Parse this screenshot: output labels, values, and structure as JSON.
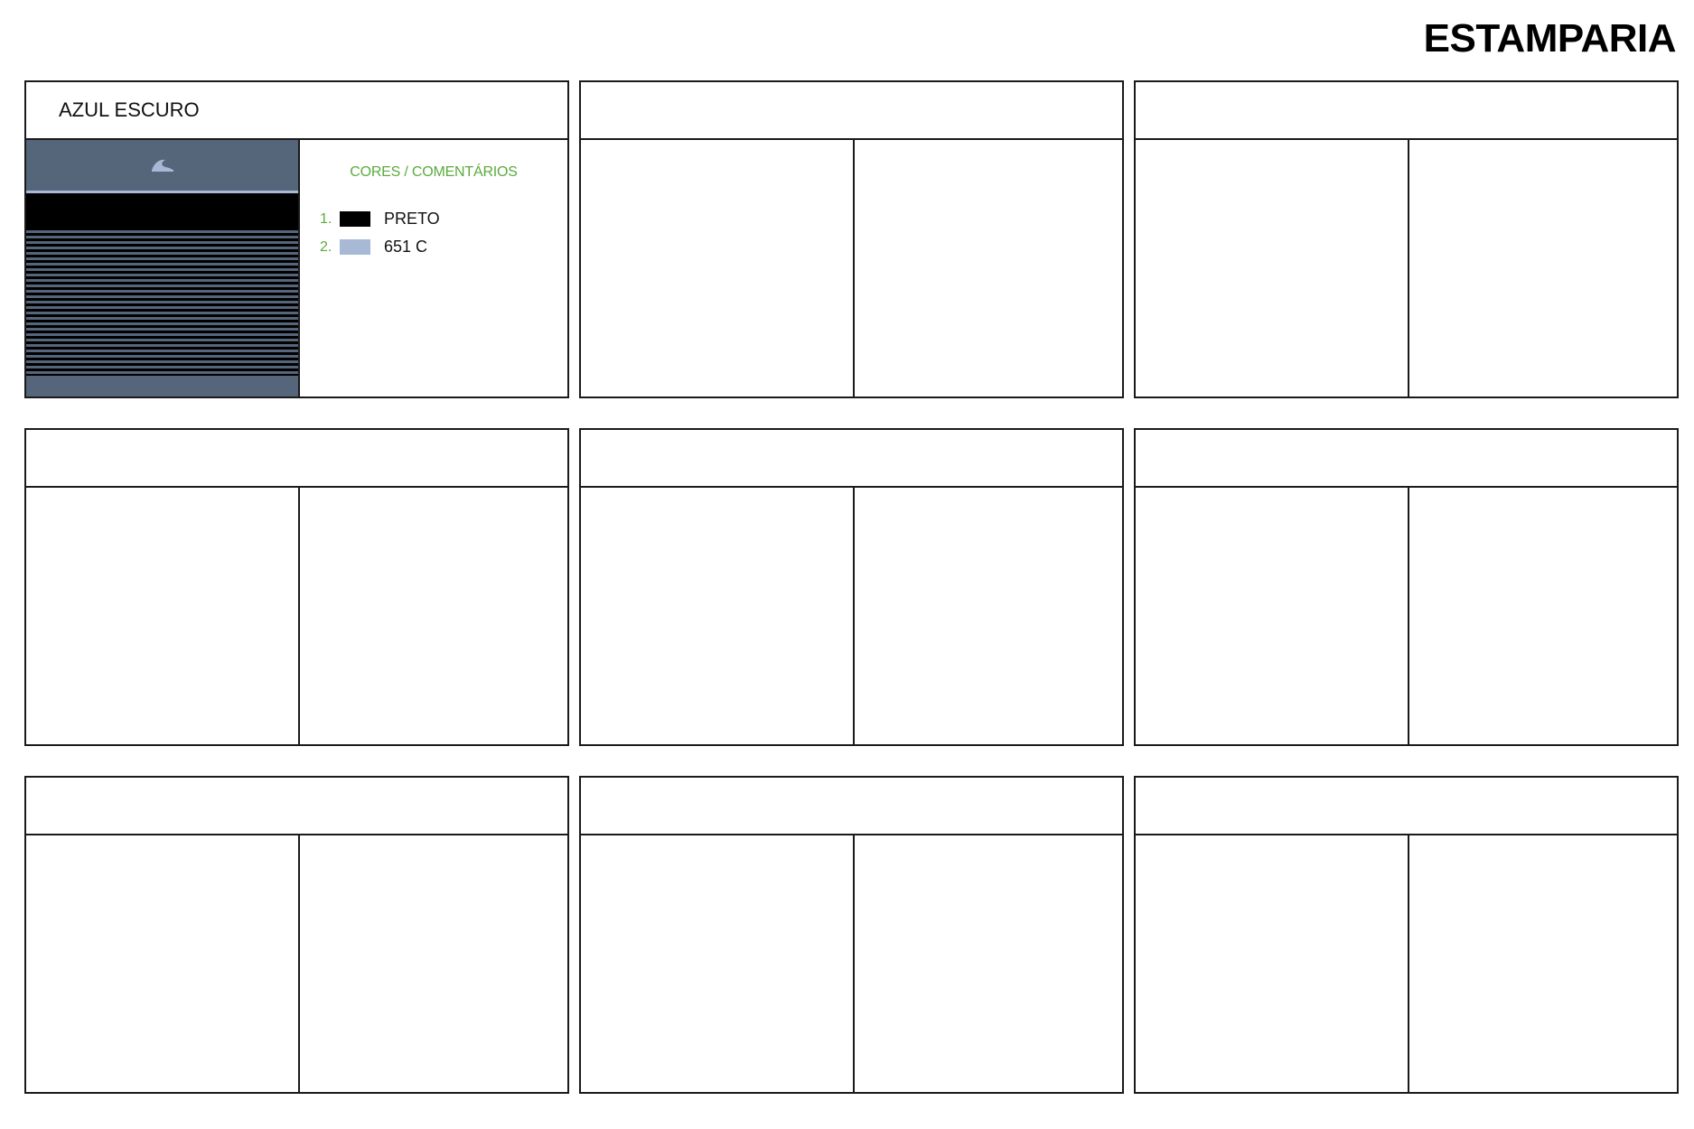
{
  "title": "ESTAMPARIA",
  "cards": [
    {
      "header": "AZUL ESCURO",
      "colors_title": "CORES / COMENTÁRIOS",
      "colors": [
        {
          "number": "1.",
          "name": "PRETO",
          "swatch": "#000000"
        },
        {
          "number": "2.",
          "name": "651 C",
          "swatch": "#a7b9d4"
        }
      ],
      "product_colors": {
        "base": "#55657a",
        "stripe": "#000000",
        "accent": "#a7b9d4"
      },
      "logo_icon": "wave-logo-icon"
    },
    {
      "header": ""
    },
    {
      "header": ""
    },
    {
      "header": ""
    },
    {
      "header": ""
    },
    {
      "header": ""
    },
    {
      "header": ""
    },
    {
      "header": ""
    },
    {
      "header": ""
    }
  ]
}
